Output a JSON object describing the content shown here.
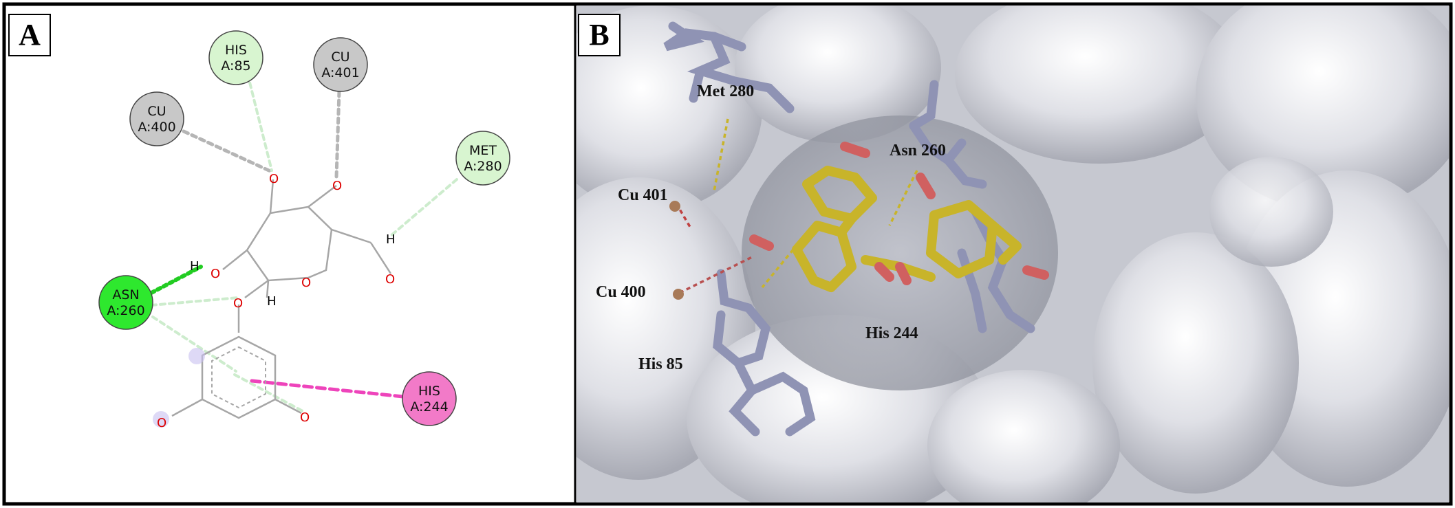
{
  "panels": {
    "a": {
      "label": "A"
    },
    "b": {
      "label": "B"
    }
  },
  "diagram_a": {
    "residues": [
      {
        "id": "his85",
        "name": "HIS",
        "chain_pos": "A:85",
        "color": "#d8f5d0"
      },
      {
        "id": "cu401",
        "name": "CU",
        "chain_pos": "A:401",
        "color": "#c8c8c8"
      },
      {
        "id": "cu400",
        "name": "CU",
        "chain_pos": "A:400",
        "color": "#c8c8c8"
      },
      {
        "id": "met280",
        "name": "MET",
        "chain_pos": "A:280",
        "color": "#d8f5d0"
      },
      {
        "id": "asn260",
        "name": "ASN",
        "chain_pos": "A:260",
        "color": "#2ee82e"
      },
      {
        "id": "his244",
        "name": "HIS",
        "chain_pos": "A:244",
        "color": "#f27ac8"
      }
    ],
    "atom_labels": {
      "oxygen": "O",
      "hydrogen": "H"
    },
    "interaction_colors": {
      "metal": "#b0b0b0",
      "carbon_h_bond": "#cfeecf",
      "conventional_h_bond": "#22cc22",
      "pi_interaction": "#ee44bb"
    }
  },
  "diagram_b": {
    "labels": {
      "met280": "Met 280",
      "asn260": "Asn 260",
      "cu401": "Cu 401",
      "cu400": "Cu 400",
      "his85": "His 85",
      "his244": "His 244"
    },
    "colors": {
      "surface": "#c9cbd2",
      "residue_stick": "#8f93b4",
      "ligand_stick": "#c8b42a",
      "copper": "#a87a58"
    }
  }
}
